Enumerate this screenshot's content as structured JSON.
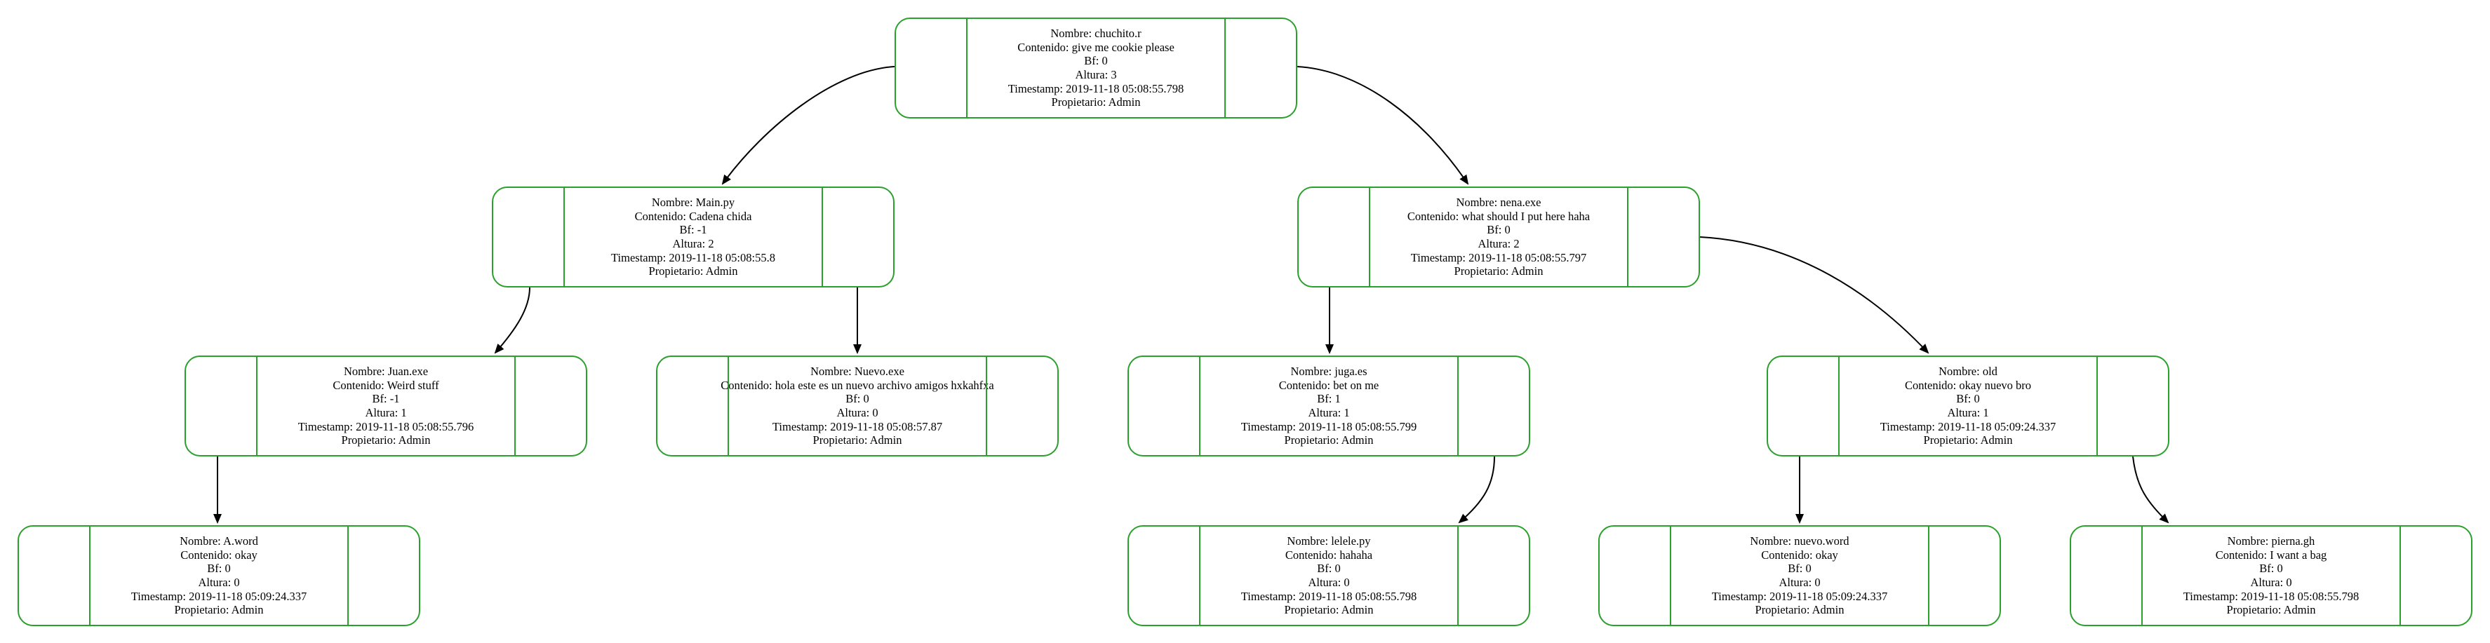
{
  "labels": {
    "nombre": "Nombre:",
    "contenido": "Contenido:",
    "bf": "Bf:",
    "altura": "Altura:",
    "timestamp": "Timestamp:",
    "propietario": "Propietario:"
  },
  "tree": {
    "type": "avl-tree",
    "nodes": [
      {
        "id": "n1",
        "nombre": "chuchito.r",
        "contenido": "give me cookie please",
        "bf": "0",
        "altura": "3",
        "timestamp": "2019-11-18 05:08:55.798",
        "propietario": "Admin"
      },
      {
        "id": "n2",
        "nombre": "Main.py",
        "contenido": "Cadena chida",
        "bf": "-1",
        "altura": "2",
        "timestamp": "2019-11-18 05:08:55.8",
        "propietario": "Admin"
      },
      {
        "id": "n3",
        "nombre": "nena.exe",
        "contenido": "what should I put here haha",
        "bf": "0",
        "altura": "2",
        "timestamp": "2019-11-18 05:08:55.797",
        "propietario": "Admin"
      },
      {
        "id": "n4",
        "nombre": "Juan.exe",
        "contenido": "Weird stuff",
        "bf": "-1",
        "altura": "1",
        "timestamp": "2019-11-18 05:08:55.796",
        "propietario": "Admin"
      },
      {
        "id": "n5",
        "nombre": "Nuevo.exe",
        "contenido": "hola este es un nuevo archivo amigos hxkahfxa",
        "bf": "0",
        "altura": "0",
        "timestamp": "2019-11-18 05:08:57.87",
        "propietario": "Admin"
      },
      {
        "id": "n6",
        "nombre": "juga.es",
        "contenido": "bet on me",
        "bf": "1",
        "altura": "1",
        "timestamp": "2019-11-18 05:08:55.799",
        "propietario": "Admin"
      },
      {
        "id": "n7",
        "nombre": "old",
        "contenido": "okay nuevo bro",
        "bf": "0",
        "altura": "1",
        "timestamp": "2019-11-18 05:09:24.337",
        "propietario": "Admin"
      },
      {
        "id": "n8",
        "nombre": "A.word",
        "contenido": "okay",
        "bf": "0",
        "altura": "0",
        "timestamp": "2019-11-18 05:09:24.337",
        "propietario": "Admin"
      },
      {
        "id": "n9",
        "nombre": "lelele.py",
        "contenido": "hahaha",
        "bf": "0",
        "altura": "0",
        "timestamp": "2019-11-18 05:08:55.798",
        "propietario": "Admin"
      },
      {
        "id": "n10",
        "nombre": "nuevo.word",
        "contenido": "okay",
        "bf": "0",
        "altura": "0",
        "timestamp": "2019-11-18 05:09:24.337",
        "propietario": "Admin"
      },
      {
        "id": "n11",
        "nombre": "pierna.gh",
        "contenido": "I want a bag",
        "bf": "0",
        "altura": "0",
        "timestamp": "2019-11-18 05:08:55.798",
        "propietario": "Admin"
      }
    ],
    "edges": [
      {
        "from": "n1",
        "to": "n2"
      },
      {
        "from": "n1",
        "to": "n3"
      },
      {
        "from": "n2",
        "to": "n4"
      },
      {
        "from": "n2",
        "to": "n5"
      },
      {
        "from": "n3",
        "to": "n6"
      },
      {
        "from": "n3",
        "to": "n7"
      },
      {
        "from": "n4",
        "to": "n8"
      },
      {
        "from": "n6",
        "to": "n9"
      },
      {
        "from": "n7",
        "to": "n10"
      },
      {
        "from": "n7",
        "to": "n11"
      }
    ],
    "colors": {
      "node_border": "#2ca02c",
      "edge": "#000000",
      "text": "#000000"
    }
  }
}
